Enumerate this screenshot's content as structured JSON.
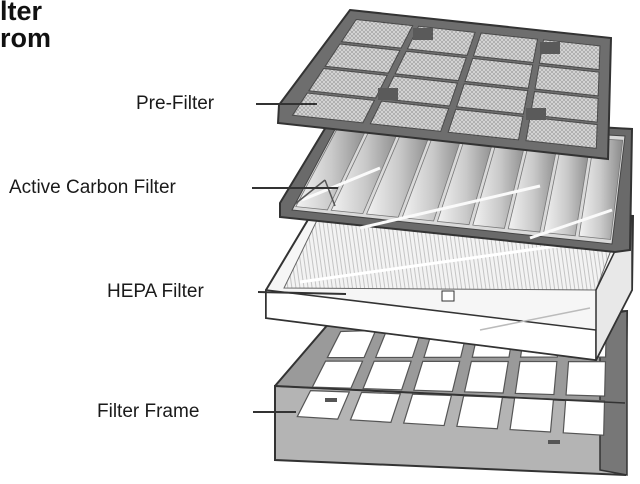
{
  "heading": {
    "line1": "lter",
    "line2": "rom"
  },
  "labels": {
    "pre_filter": "Pre-Filter",
    "carbon_filter": "Active Carbon Filter",
    "hepa_filter": "HEPA Filter",
    "filter_frame": "Filter Frame"
  },
  "colors": {
    "line": "#333333",
    "pre_filter_frame": "#6b6b6b",
    "pre_filter_mesh": "#cfcfcf",
    "carbon_frame": "#5a5a5a",
    "carbon_fin_light": "#e4e4e4",
    "carbon_fin_dark": "#8e8e8e",
    "hepa_body": "#f2f2f2",
    "frame_body": "#8f8f8f"
  }
}
